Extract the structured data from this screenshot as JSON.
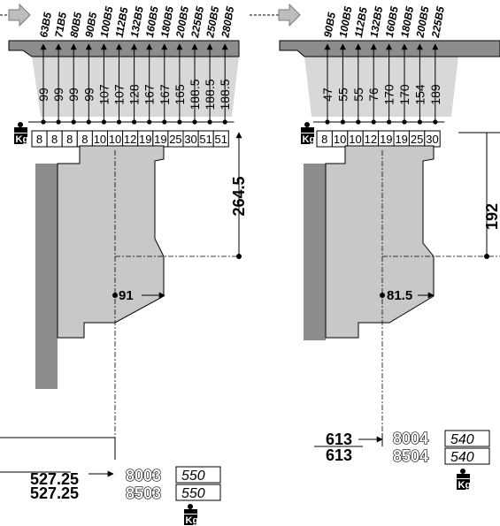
{
  "left_panel": {
    "flanges": [
      "63B5",
      "71B5",
      "80B5",
      "90B5",
      "100B5",
      "112B5",
      "132B5",
      "160B5",
      "180B5",
      "200B5",
      "225B5",
      "250B5",
      "280B5"
    ],
    "values": [
      "99",
      "99",
      "99",
      "99",
      "107",
      "107",
      "128",
      "167",
      "167",
      "165",
      "188.5",
      "188.5",
      "188.5"
    ],
    "weights": [
      "8",
      "8",
      "8",
      "8",
      "10",
      "10",
      "12",
      "19",
      "19",
      "25",
      "30",
      "51",
      "51"
    ],
    "height_dim": "264.5",
    "center_dim": "91",
    "length_dim_1": "527.25",
    "length_dim_2": "527.25",
    "models": [
      {
        "code": "8003",
        "weight": "550"
      },
      {
        "code": "8503",
        "weight": "550"
      }
    ]
  },
  "right_panel": {
    "flanges": [
      "90B5",
      "100B5",
      "112B5",
      "132B5",
      "160B5",
      "180B5",
      "200B5",
      "225B5"
    ],
    "values": [
      "47",
      "55",
      "55",
      "76",
      "170",
      "170",
      "154",
      "189"
    ],
    "weights": [
      "8",
      "10",
      "10",
      "12",
      "19",
      "19",
      "25",
      "30"
    ],
    "height_dim": "192",
    "center_dim": "81.5",
    "length_dim_1": "613",
    "length_dim_2": "613",
    "models": [
      {
        "code": "8004",
        "weight": "540"
      },
      {
        "code": "8504",
        "weight": "540"
      }
    ]
  },
  "kg_label": "Kg",
  "colors": {
    "motor_body": "#c8c8c8",
    "motor_shadow": "#8c8c8c",
    "flange_bar": "#8c8c8c",
    "adapter": "#d8d8d8",
    "ink": "#000000"
  },
  "icons": [
    "arrow-right-icon",
    "weight-icon"
  ]
}
